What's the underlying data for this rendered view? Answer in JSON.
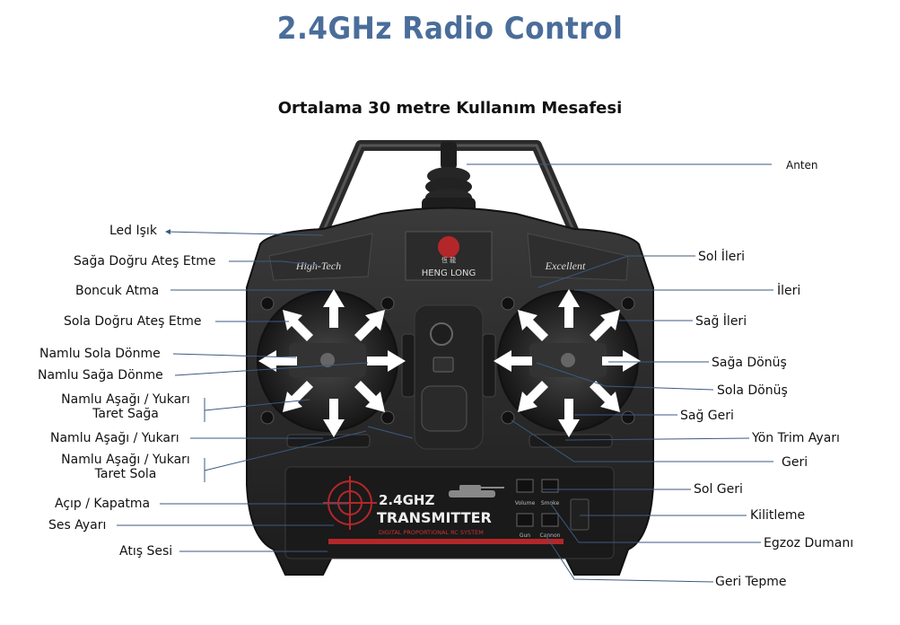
{
  "title": "2.4GHz Radio Control",
  "subtitle": "Ortalama 30 metre Kullanım Mesafesi",
  "device": {
    "brand_left": "High-Tech",
    "brand_center": "HENG LONG",
    "brand_center_cn": "恆 龍",
    "brand_right": "Excellent",
    "panel_line1": "2.4GHZ",
    "panel_line2": "TRANSMITTER",
    "panel_line3": "DIGITAL PROPORTIONAL RC SYSTEM",
    "btn_volume": "Volume",
    "btn_smoke": "Smoke",
    "btn_gun": "Gun",
    "btn_cannon": "Cannon"
  },
  "labels_left": {
    "led": "Led Işık",
    "fire_right": "Sağa Doğru Ateş Etme",
    "bead": "Boncuk Atma",
    "fire_left": "Sola Doğru Ateş Etme",
    "barrel_left": "Namlu Sola Dönme",
    "barrel_right": "Namlu Sağa Dönme",
    "barrel_ud_turret_right_1": "Namlu Aşağı / Yukarı",
    "barrel_ud_turret_right_2": "Taret Sağa",
    "barrel_ud": "Namlu Aşağı / Yukarı",
    "barrel_ud_turret_left_1": "Namlu Aşağı / Yukarı",
    "barrel_ud_turret_left_2": "Taret Sola",
    "onoff": "Açıp / Kapatma",
    "sound_set": "Ses Ayarı",
    "shot_sound": "Atış Sesi"
  },
  "labels_right": {
    "antenna": "Anten",
    "left_fwd": "Sol İleri",
    "fwd": "İleri",
    "right_fwd": "Sağ İleri",
    "turn_right": "Sağa Dönüş",
    "turn_left": "Sola Dönüş",
    "right_back": "Sağ Geri",
    "trim": "Yön Trim Ayarı",
    "back": "Geri",
    "left_back": "Sol Geri",
    "lock": "Kilitleme",
    "smoke": "Egzoz Dumanı",
    "recoil": "Geri Tepme"
  },
  "colors": {
    "title": "#4a6d9a",
    "leader": "#3d5a80",
    "body": "#262626"
  }
}
